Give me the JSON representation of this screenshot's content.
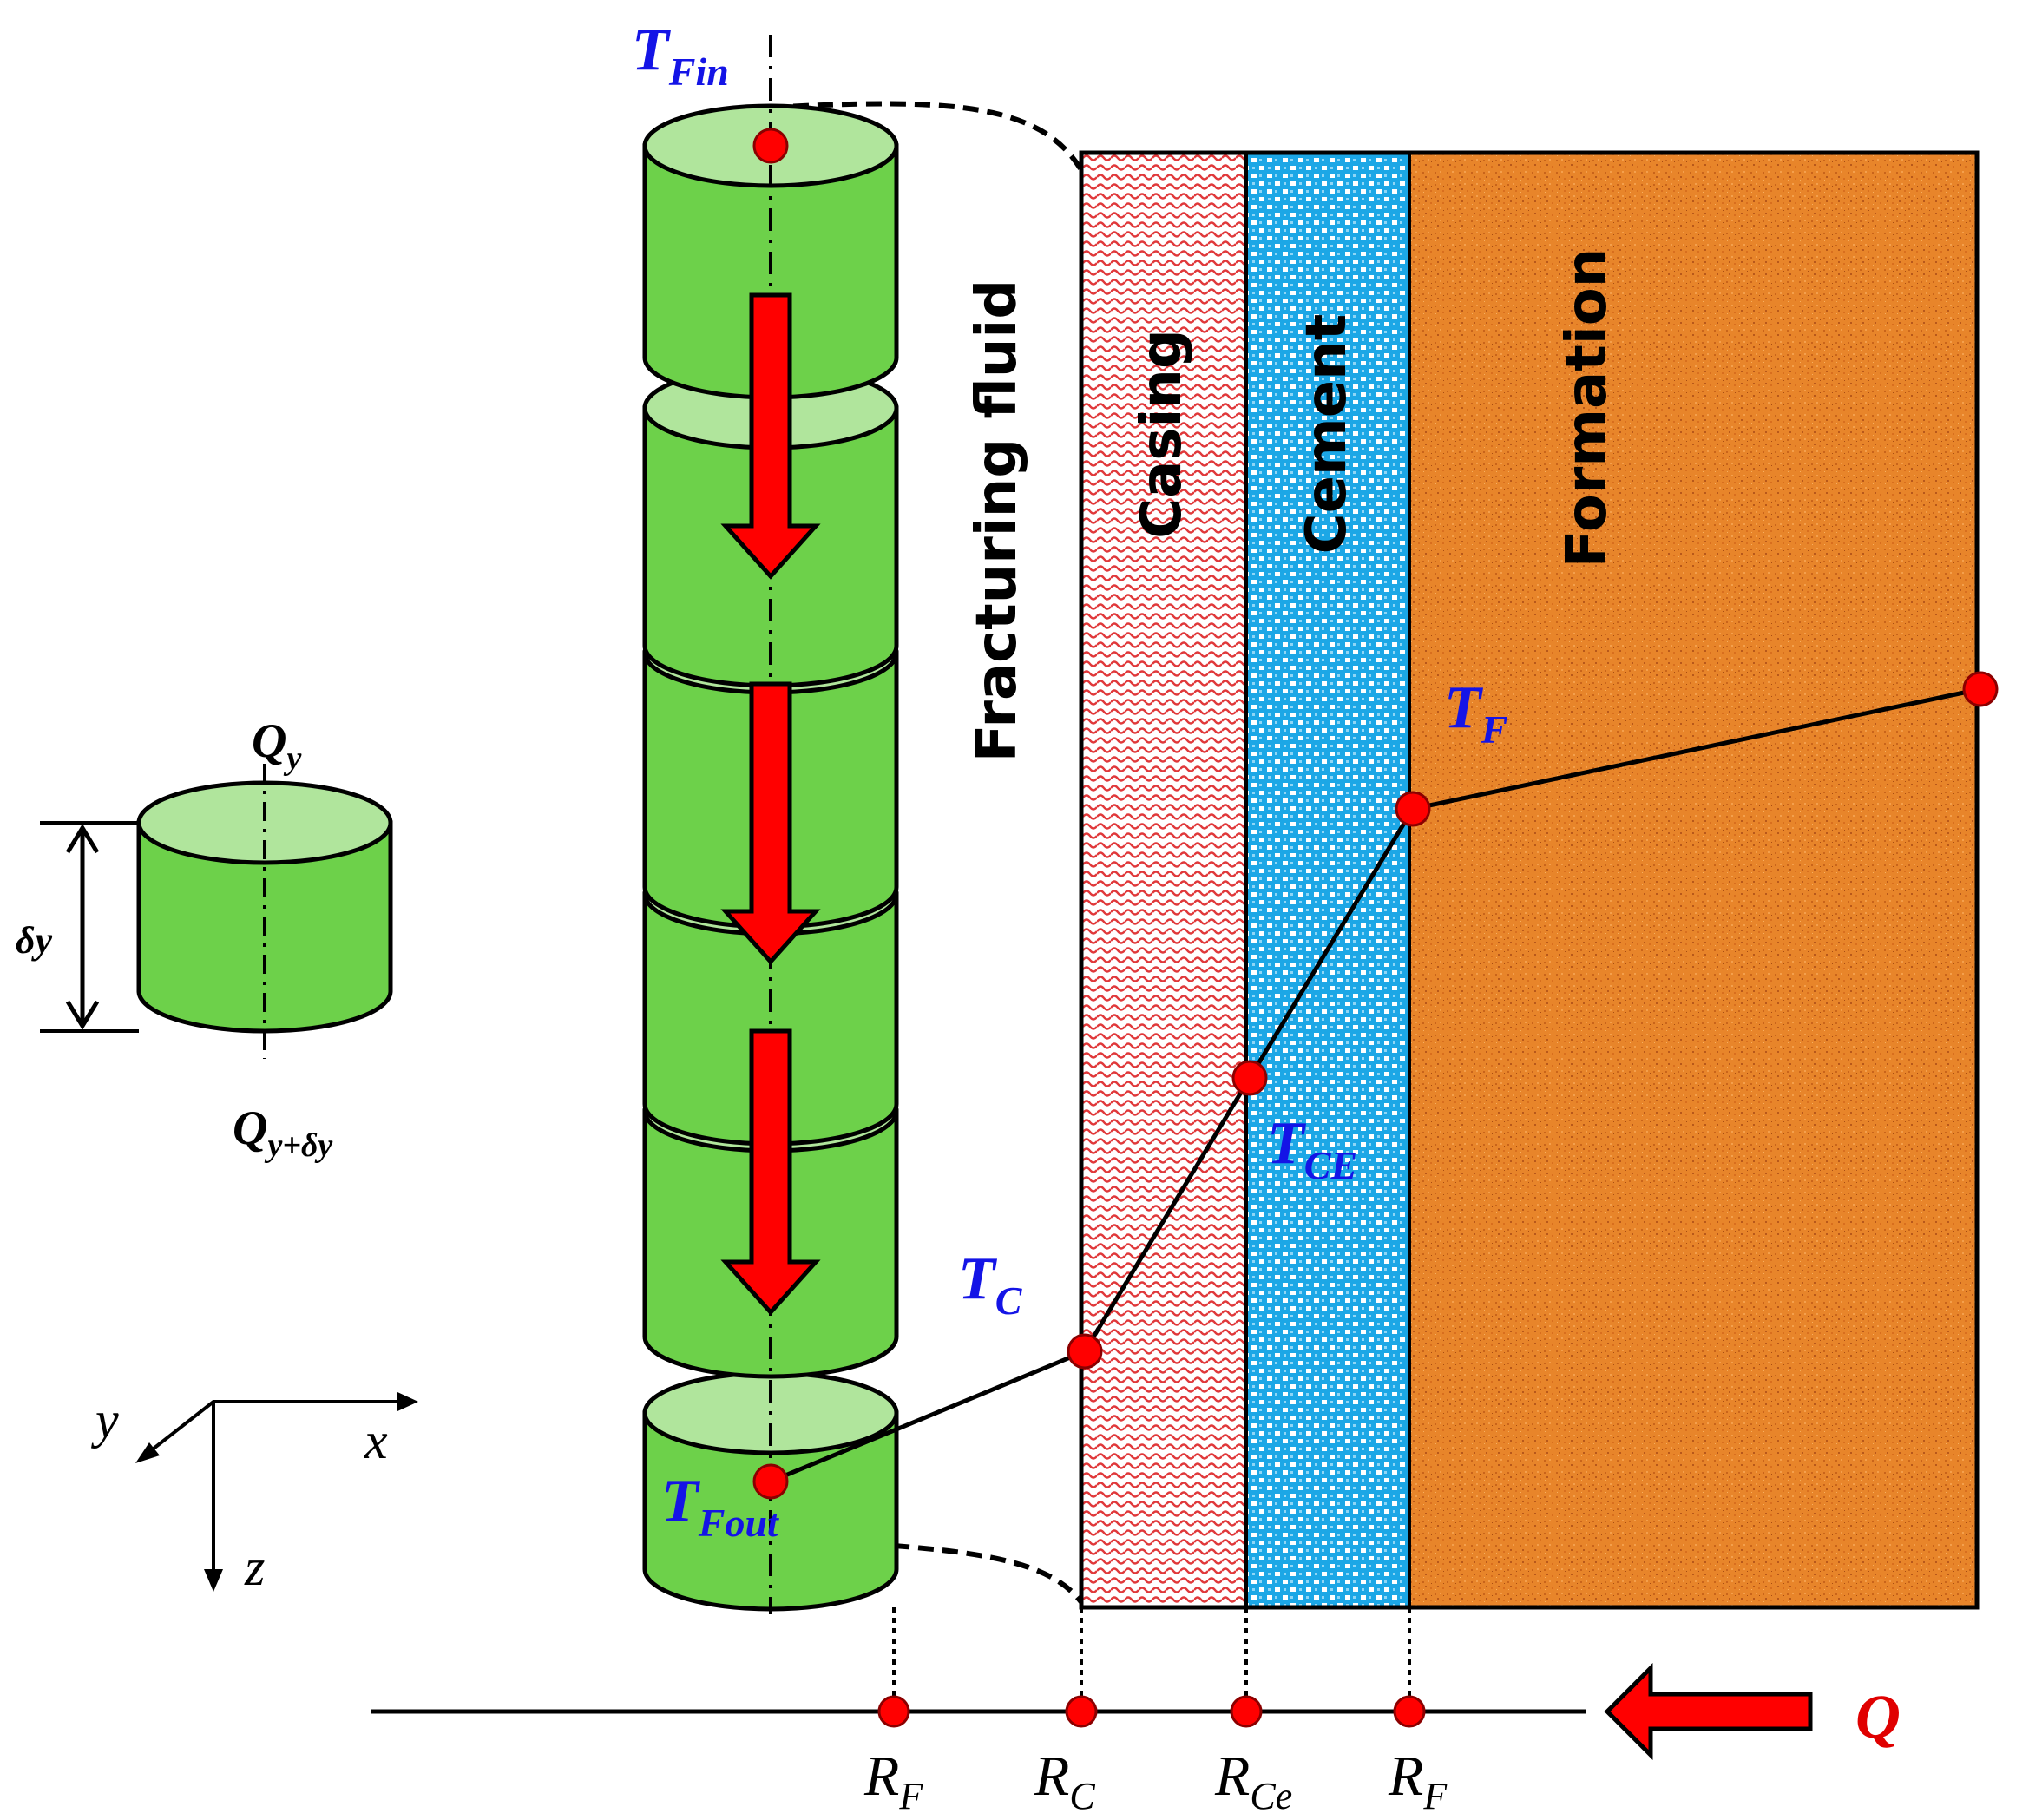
{
  "layers": {
    "fluid": "Fracturing fluid",
    "casing": "Casing",
    "cement": "Cement",
    "formation": "Formation"
  },
  "temps": {
    "t_fin": {
      "main": "T",
      "sub": "Fin"
    },
    "t_fout": {
      "main": "T",
      "sub": "Fout"
    },
    "t_c": {
      "main": "T",
      "sub": "C"
    },
    "t_ce": {
      "main": "T",
      "sub": "CE"
    },
    "t_f": {
      "main": "T",
      "sub": "F"
    }
  },
  "radii": [
    {
      "main": "R",
      "sub": "F"
    },
    {
      "main": "R",
      "sub": "C"
    },
    {
      "main": "R",
      "sub": "Ce"
    },
    {
      "main": "R",
      "sub": "F"
    }
  ],
  "heat": {
    "q": "Q"
  },
  "element": {
    "q_top": {
      "main": "Q",
      "sub": "y"
    },
    "q_bottom": {
      "main": "Q",
      "sub": "y+δy"
    },
    "height": "δy"
  },
  "axes": {
    "x": "x",
    "y": "y",
    "z": "z"
  },
  "colors": {
    "cyl_body": "#6dd14a",
    "cyl_top": "#b0e59c",
    "arrow": "#ff0000",
    "casing": "#e0383a",
    "cement": "#1ca7e6",
    "formation": "#e8852a",
    "label_blue": "#1414e6",
    "label_red": "#e00000"
  }
}
